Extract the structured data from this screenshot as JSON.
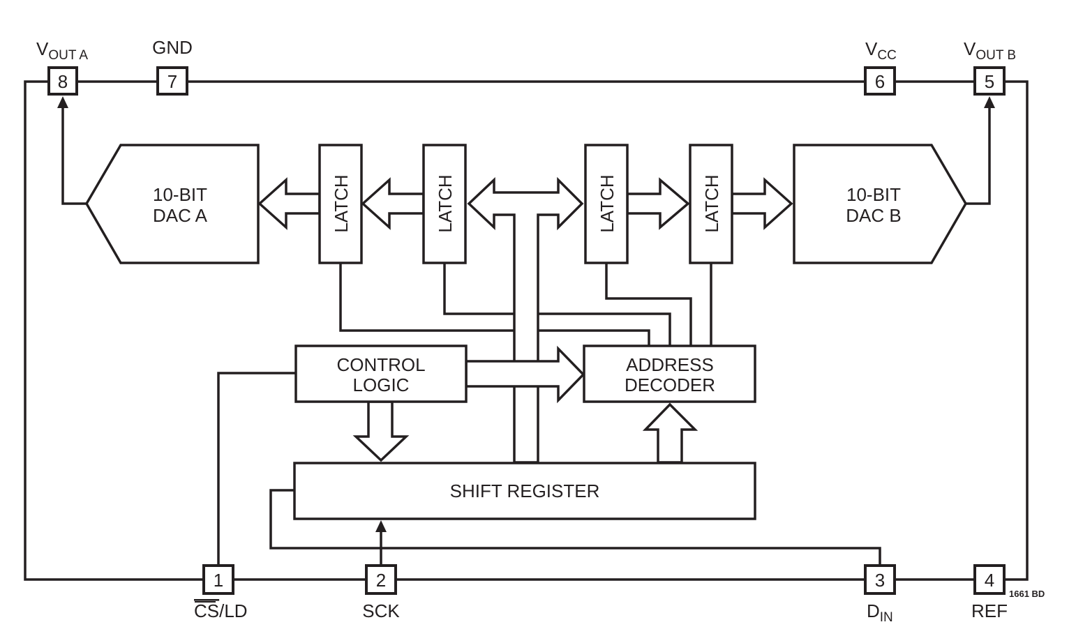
{
  "pins": {
    "p8": {
      "number": "8",
      "name": "V",
      "sub": "OUT A"
    },
    "p7": {
      "number": "7",
      "name": "GND"
    },
    "p6": {
      "number": "6",
      "name": "V",
      "sub": "CC"
    },
    "p5": {
      "number": "5",
      "name": "V",
      "sub": "OUT B"
    },
    "p1": {
      "number": "1",
      "name_overline": "CS",
      "name_rest": "/LD"
    },
    "p2": {
      "number": "2",
      "name": "SCK"
    },
    "p3": {
      "number": "3",
      "name": "D",
      "sub": "IN"
    },
    "p4": {
      "number": "4",
      "name": "REF"
    }
  },
  "blocks": {
    "dac_a": {
      "line1": "10-BIT",
      "line2": "DAC A"
    },
    "dac_b": {
      "line1": "10-BIT",
      "line2": "DAC B"
    },
    "latch_1": "LATCH",
    "latch_2": "LATCH",
    "latch_3": "LATCH",
    "latch_4": "LATCH",
    "control_logic": {
      "line1": "CONTROL",
      "line2": "LOGIC"
    },
    "address_decoder": {
      "line1": "ADDRESS",
      "line2": "DECODER"
    },
    "shift_register": "SHIFT REGISTER"
  },
  "figure_code": "1661 BD"
}
